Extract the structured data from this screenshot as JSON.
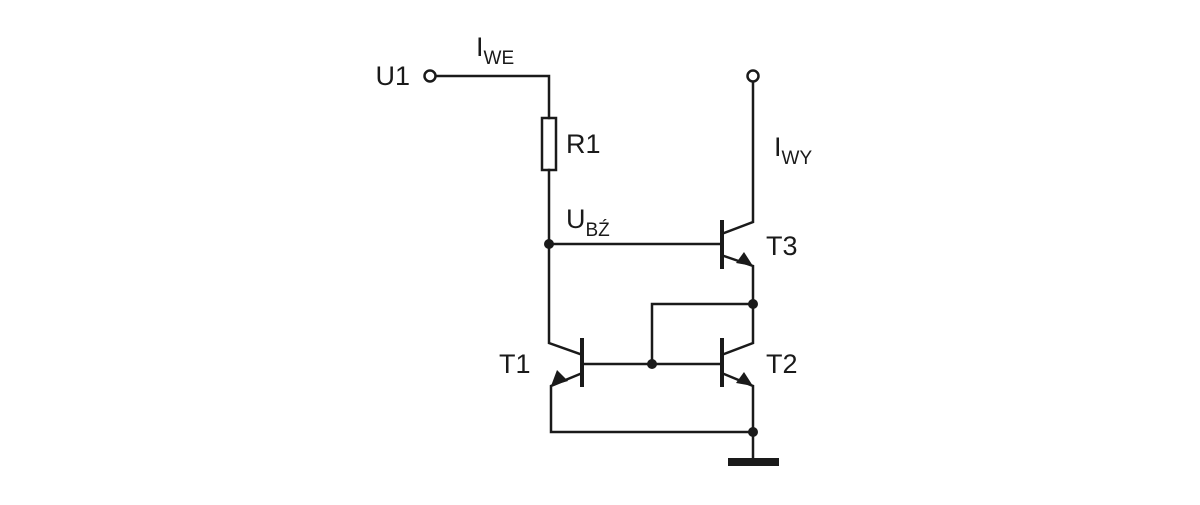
{
  "labels": {
    "u1": "U1",
    "iwe_main": "I",
    "iwe_sub": "WE",
    "r1": "R1",
    "ubz_main": "U",
    "ubz_sub": "BŹ",
    "iwy_main": "I",
    "iwy_sub": "WY",
    "t1": "T1",
    "t2": "T2",
    "t3": "T3"
  },
  "colors": {
    "line": "#1a1a1a",
    "background": "#ffffff"
  }
}
